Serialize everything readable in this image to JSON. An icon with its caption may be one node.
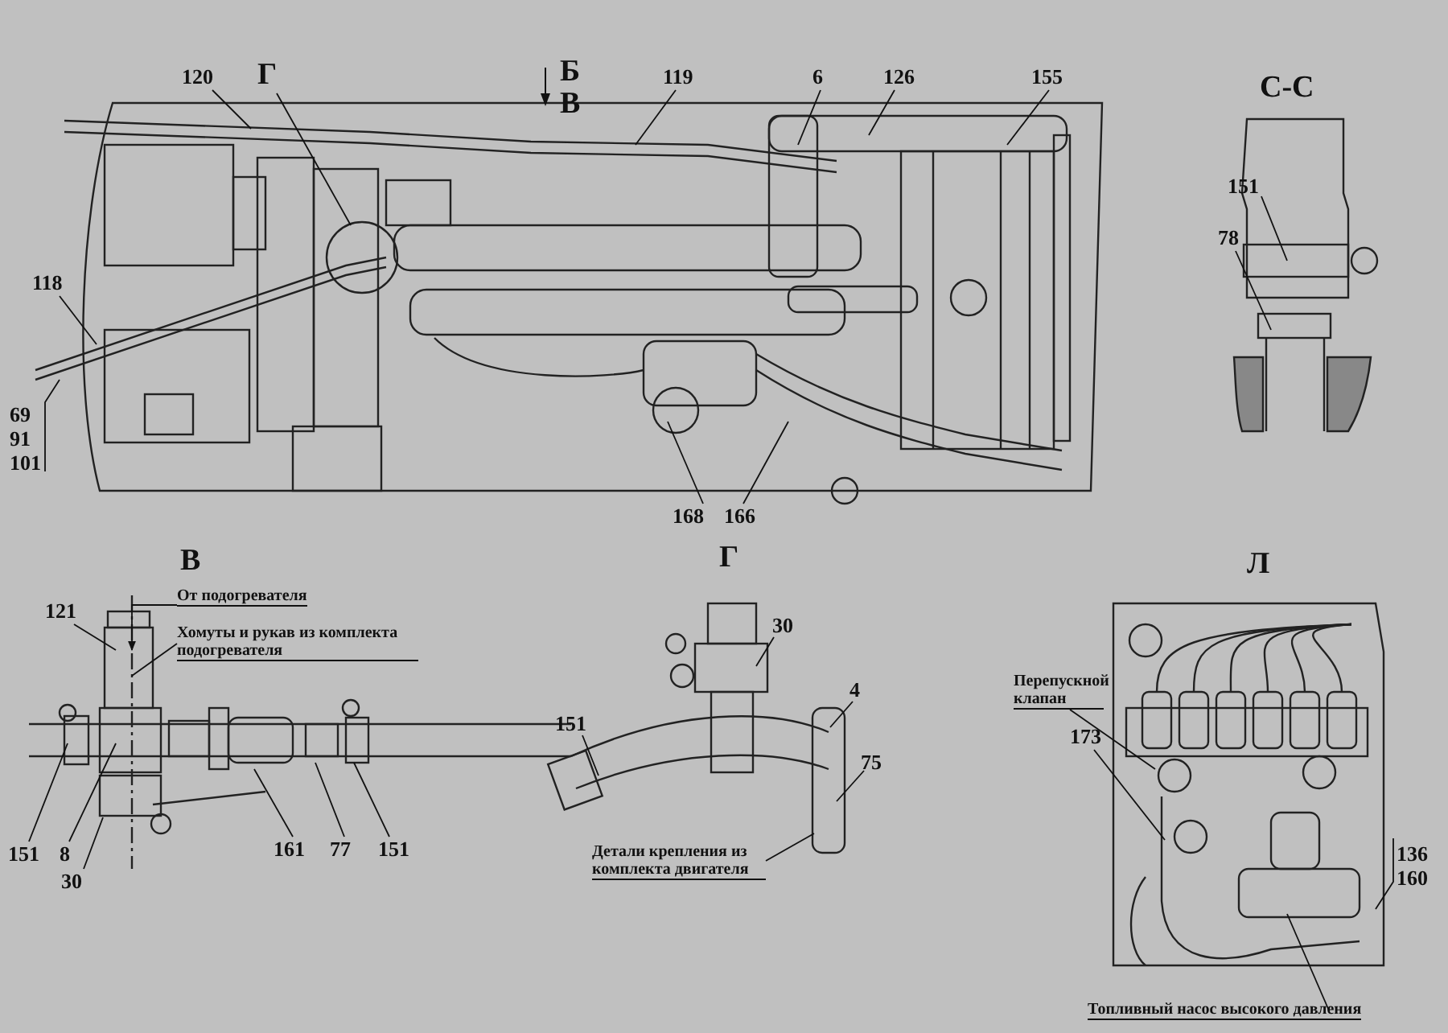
{
  "diagram": {
    "nodes": [
      {
        "text": [
          "120"
        ]
      },
      {
        "text": [
          "Г"
        ]
      },
      {
        "text": [
          "119"
        ]
      },
      {
        "text": [
          "6"
        ]
      },
      {
        "text": [
          "126"
        ]
      },
      {
        "text": [
          "155"
        ]
      },
      {
        "text": [
          "118"
        ]
      },
      {
        "text": [
          "69",
          "91",
          "101"
        ]
      },
      {
        "text": [
          "168"
        ]
      },
      {
        "text": [
          "166"
        ]
      },
      {
        "text": [
          "151"
        ]
      },
      {
        "text": [
          "78"
        ]
      },
      {
        "text": [
          "121"
        ]
      },
      {
        "text": [
          "От подогревателя"
        ]
      },
      {
        "text": [
          "Хомуты и рукав из комплекта подогревателя"
        ]
      },
      {
        "text": [
          "151"
        ]
      },
      {
        "text": [
          "8"
        ]
      },
      {
        "text": [
          "30"
        ]
      },
      {
        "text": [
          "161"
        ]
      },
      {
        "text": [
          "77"
        ]
      },
      {
        "text": [
          "151"
        ]
      },
      {
        "text": [
          "30"
        ]
      },
      {
        "text": [
          "151"
        ]
      },
      {
        "text": [
          "4"
        ]
      },
      {
        "text": [
          "75"
        ]
      },
      {
        "text": [
          "Детали крепления из комплекта двигателя"
        ]
      },
      {
        "text": [
          "Перепускной клапан"
        ]
      },
      {
        "text": [
          "173"
        ]
      },
      {
        "text": [
          "136",
          "160"
        ]
      },
      {
        "text": [
          "Топливный насос высокого давления"
        ]
      }
    ],
    "edges": [
      {
        "from": 0,
        "to": null,
        "arrow": "none"
      },
      {
        "from": 1,
        "to": null,
        "arrow": "none"
      },
      {
        "from": 2,
        "to": null,
        "arrow": "none"
      },
      {
        "from": 3,
        "to": null,
        "arrow": "none"
      },
      {
        "from": 4,
        "to": null,
        "arrow": "none"
      },
      {
        "from": 5,
        "to": null,
        "arrow": "none"
      },
      {
        "from": 6,
        "to": null,
        "arrow": "none"
      },
      {
        "from": 7,
        "to": null,
        "arrow": "none"
      },
      {
        "from": 8,
        "to": null,
        "arrow": "none"
      },
      {
        "from": 9,
        "to": null,
        "arrow": "none"
      },
      {
        "from": 10,
        "to": null,
        "arrow": "none"
      },
      {
        "from": 11,
        "to": null,
        "arrow": "none"
      },
      {
        "from": 12,
        "to": null,
        "arrow": "none"
      },
      {
        "from": 13,
        "to": null,
        "arrow": "to"
      },
      {
        "from": 14,
        "to": null,
        "arrow": "none"
      },
      {
        "from": 15,
        "to": null,
        "arrow": "none"
      },
      {
        "from": 16,
        "to": null,
        "arrow": "none"
      },
      {
        "from": 17,
        "to": null,
        "arrow": "none"
      },
      {
        "from": 18,
        "to": null,
        "arrow": "none"
      },
      {
        "from": 19,
        "to": null,
        "arrow": "none"
      },
      {
        "from": 20,
        "to": null,
        "arrow": "none"
      },
      {
        "from": 21,
        "to": null,
        "arrow": "none"
      },
      {
        "from": 22,
        "to": null,
        "arrow": "none"
      },
      {
        "from": 23,
        "to": null,
        "arrow": "none"
      },
      {
        "from": 24,
        "to": null,
        "arrow": "none"
      },
      {
        "from": 25,
        "to": null,
        "arrow": "none"
      },
      {
        "from": 26,
        "to": null,
        "arrow": "none"
      },
      {
        "from": 27,
        "to": null,
        "arrow": "none"
      },
      {
        "from": 28,
        "to": null,
        "arrow": "none"
      },
      {
        "from": 29,
        "to": null,
        "arrow": "none"
      }
    ],
    "labels": [
      "Б",
      "В",
      "С-С",
      "В",
      "Г",
      "Л"
    ]
  }
}
